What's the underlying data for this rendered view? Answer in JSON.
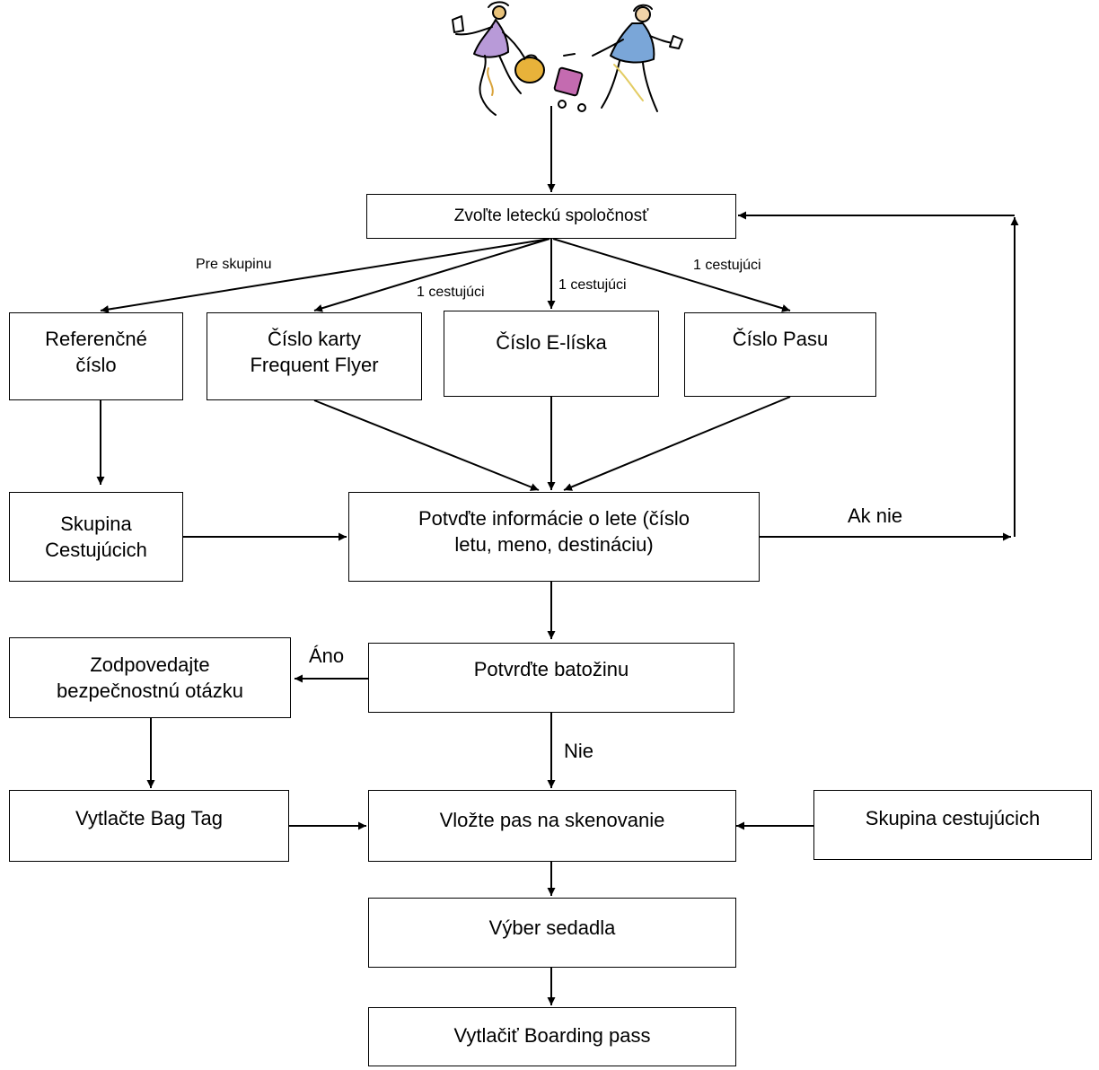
{
  "nodes": {
    "choose_airline": "Zvoľte leteckú spoločnosť",
    "reference_number": "Referenčné\nčíslo",
    "frequent_flyer": "Číslo karty\nFrequent Flyer",
    "eticket_number": "Číslo E-líska",
    "passport_number": "Číslo Pasu",
    "passenger_group": "Skupina\nCestujúcich",
    "confirm_flight_info": "Potvďte informácie o lete (číslo\nletu, meno, destináciu)",
    "security_question": "Zodpovedajte\nbezpečnostnú otázku",
    "confirm_baggage": "Potvrďte batožinu",
    "print_bag_tag": "Vytlačte Bag Tag",
    "insert_passport": "Vložte pas na skenovanie",
    "passenger_group_right": "Skupina cestujúcich",
    "seat_selection": "Výber sedadla",
    "print_boarding_pass": "Vytlačiť Boarding pass"
  },
  "edge_labels": {
    "for_group": "Pre skupinu",
    "one_passenger_a": "1 cestujúci",
    "one_passenger_b": "1 cestujúci",
    "one_passenger_c": "1 cestujúci",
    "if_not": "Ak nie",
    "yes": "Áno",
    "no": "Nie"
  },
  "illustration": {
    "icon": "travelers-clipart-icon"
  }
}
